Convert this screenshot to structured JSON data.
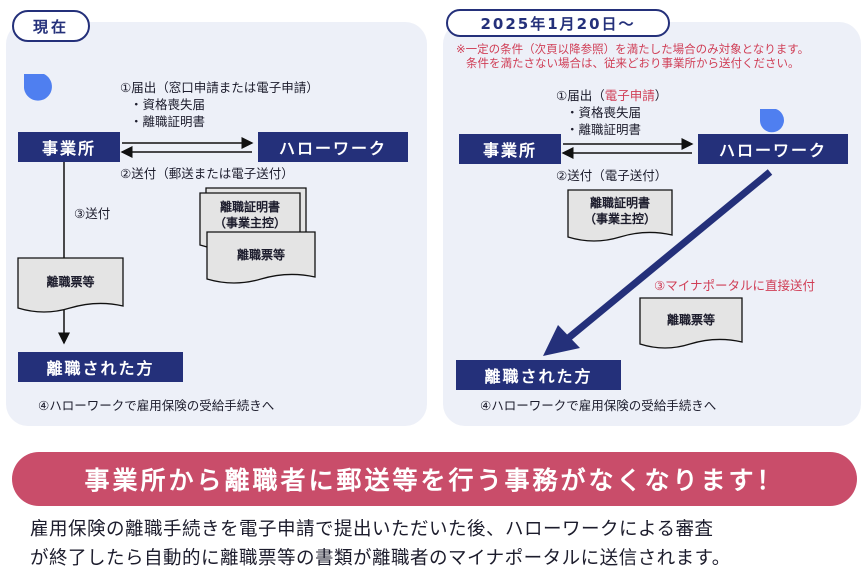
{
  "colors": {
    "navy": "#24307a",
    "panel": "#edf0f8",
    "accent_red": "#d03e56",
    "banner": "#c94d6a",
    "drop": "#4f7ff0"
  },
  "left": {
    "tab": "現在",
    "office": "事業所",
    "hellowork": "ハローワーク",
    "step1": "①届出（窓口申請または電子申請）",
    "step1_items": [
      "・資格喪失届",
      "・離職証明書"
    ],
    "step2": "②送付（郵送または電子送付）",
    "step3": "③送付",
    "doc_cert_lines": [
      "離職証明書",
      "（事業主控）"
    ],
    "doc_slip": "離職票等",
    "doc_slip_office": "離職票等",
    "person": "離職された方",
    "step4": "④ハローワークで雇用保険の受給手続きへ"
  },
  "right": {
    "tab": "2025年1月20日～",
    "note_lines": [
      "※一定の条件（次頁以降参照）を満たした場合のみ対象となります。",
      "条件を満たさない場合は、従来どおり事業所から送付ください。"
    ],
    "office": "事業所",
    "hellowork": "ハローワーク",
    "step1_prefix": "①届出（",
    "step1_highlight": "電子申請",
    "step1_suffix": "）",
    "step1_items": [
      "・資格喪失届",
      "・離職証明書"
    ],
    "step2": "②送付（電子送付）",
    "doc_cert_lines": [
      "離職証明書",
      "（事業主控）"
    ],
    "step3": "③マイナポータルに直接送付",
    "doc_slip": "離職票等",
    "person": "離職された方",
    "step4": "④ハローワークで雇用保険の受給手続きへ"
  },
  "banner": "事業所から離職者に郵送等を行う事務がなくなります！",
  "body_lines": [
    "雇用保険の離職手続きを電子申請で提出いただいた後、ハローワークによる審査",
    "が終了したら自動的に離職票等の書類が離職者のマイナポータルに送信されます。"
  ]
}
